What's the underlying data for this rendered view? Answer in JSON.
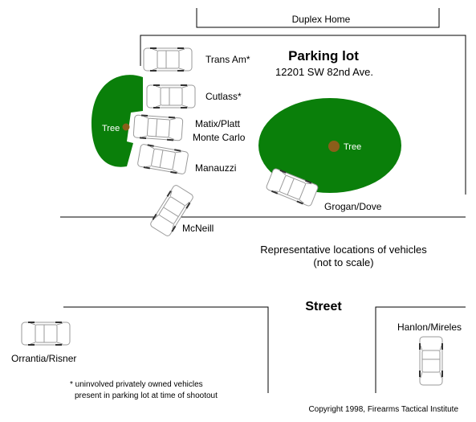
{
  "building": {
    "label": "Duplex Home"
  },
  "lot": {
    "title": "Parking lot",
    "address": "12201 SW 82nd Ave."
  },
  "trees": [
    {
      "id": "tree-left",
      "label": "Tree"
    },
    {
      "id": "tree-right",
      "label": "Tree"
    }
  ],
  "vehicles": [
    {
      "id": "trans-am",
      "label": "Trans Am*"
    },
    {
      "id": "cutlass",
      "label": "Cutlass*"
    },
    {
      "id": "matix-platt",
      "label_line1": "Matix/Platt",
      "label_line2": "Monte Carlo"
    },
    {
      "id": "manauzzi",
      "label": "Manauzzi"
    },
    {
      "id": "mcneill",
      "label": "McNeill"
    },
    {
      "id": "grogan-dove",
      "label": "Grogan/Dove"
    },
    {
      "id": "orrantia-risner",
      "label": "Orrantia/Risner"
    },
    {
      "id": "hanlon-mireles",
      "label": "Hanlon/Mireles"
    }
  ],
  "caption": {
    "line1": "Representative locations of vehicles",
    "line2": "(not to scale)"
  },
  "street": {
    "label": "Street"
  },
  "footnote": {
    "line1": "* uninvolved privately owned vehicles",
    "line2": "present in parking lot at time of shootout"
  },
  "copyright": "Copyright 1998, Firearms Tactical Institute",
  "colors": {
    "grass": "#0a7f0a",
    "trunk": "#8b5e1a",
    "car_outline": "#9a9a9a",
    "lines": "#000000"
  }
}
